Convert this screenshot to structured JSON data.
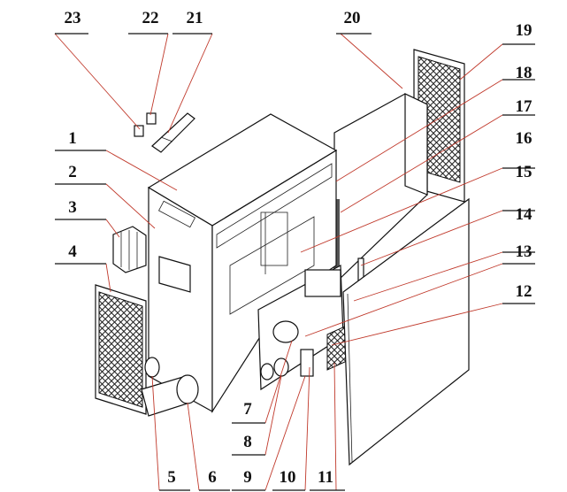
{
  "colors": {
    "leader": "#c0392b",
    "line": "#111111"
  },
  "labels": [
    "1",
    "2",
    "3",
    "4",
    "5",
    "6",
    "7",
    "8",
    "9",
    "10",
    "11",
    "12",
    "13",
    "14",
    "15",
    "16",
    "17",
    "18",
    "19",
    "20",
    "21",
    "22",
    "23"
  ]
}
